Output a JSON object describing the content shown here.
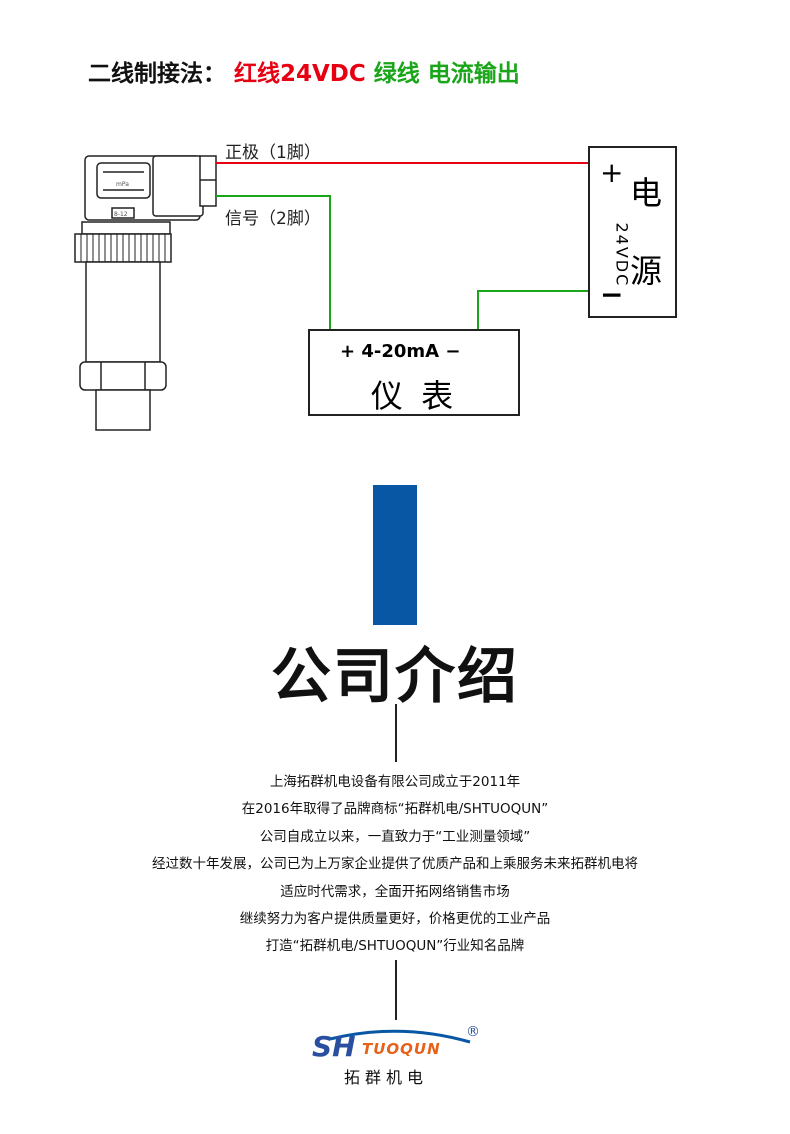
{
  "title": {
    "prefix": "二线制接法：",
    "red": "红线24VDC",
    "green1": "绿线",
    "green2": "电流输出"
  },
  "colors": {
    "red": "#e60012",
    "green": "#1aa51a",
    "blue": "#0757a5"
  },
  "diagram": {
    "pin1_label": "正极（1脚）",
    "pin2_label": "信号（2脚）",
    "sensor_unit": "mPa",
    "sensor_tag": "8-12",
    "power_plus": "+",
    "power_voltage": "24VDC",
    "power_minus": "−",
    "power_name_1": "电",
    "power_name_2": "源",
    "meter_range": "+ 4-20mA −",
    "meter_name": "仪 表"
  },
  "company": {
    "heading": "公司介绍",
    "lines": [
      "上海拓群机电设备有限公司成立于2011年",
      "在2016年取得了品牌商标“拓群机电/SHTUOQUN”",
      "公司自成立以来，一直致力于“工业测量领域”",
      "经过数十年发展，公司已为上万家企业提供了优质产品和上乘服务未来拓群机电将",
      "适应时代需求，全面开拓网络销售市场",
      "继续努力为客户提供质量更好，价格更优的工业产品",
      "打造“拓群机电/SHTUOQUN”行业知名品牌"
    ]
  },
  "logo": {
    "sh": "SH",
    "tuoqun": "TUOQUN",
    "registered": "®",
    "cn": "拓群机电"
  }
}
